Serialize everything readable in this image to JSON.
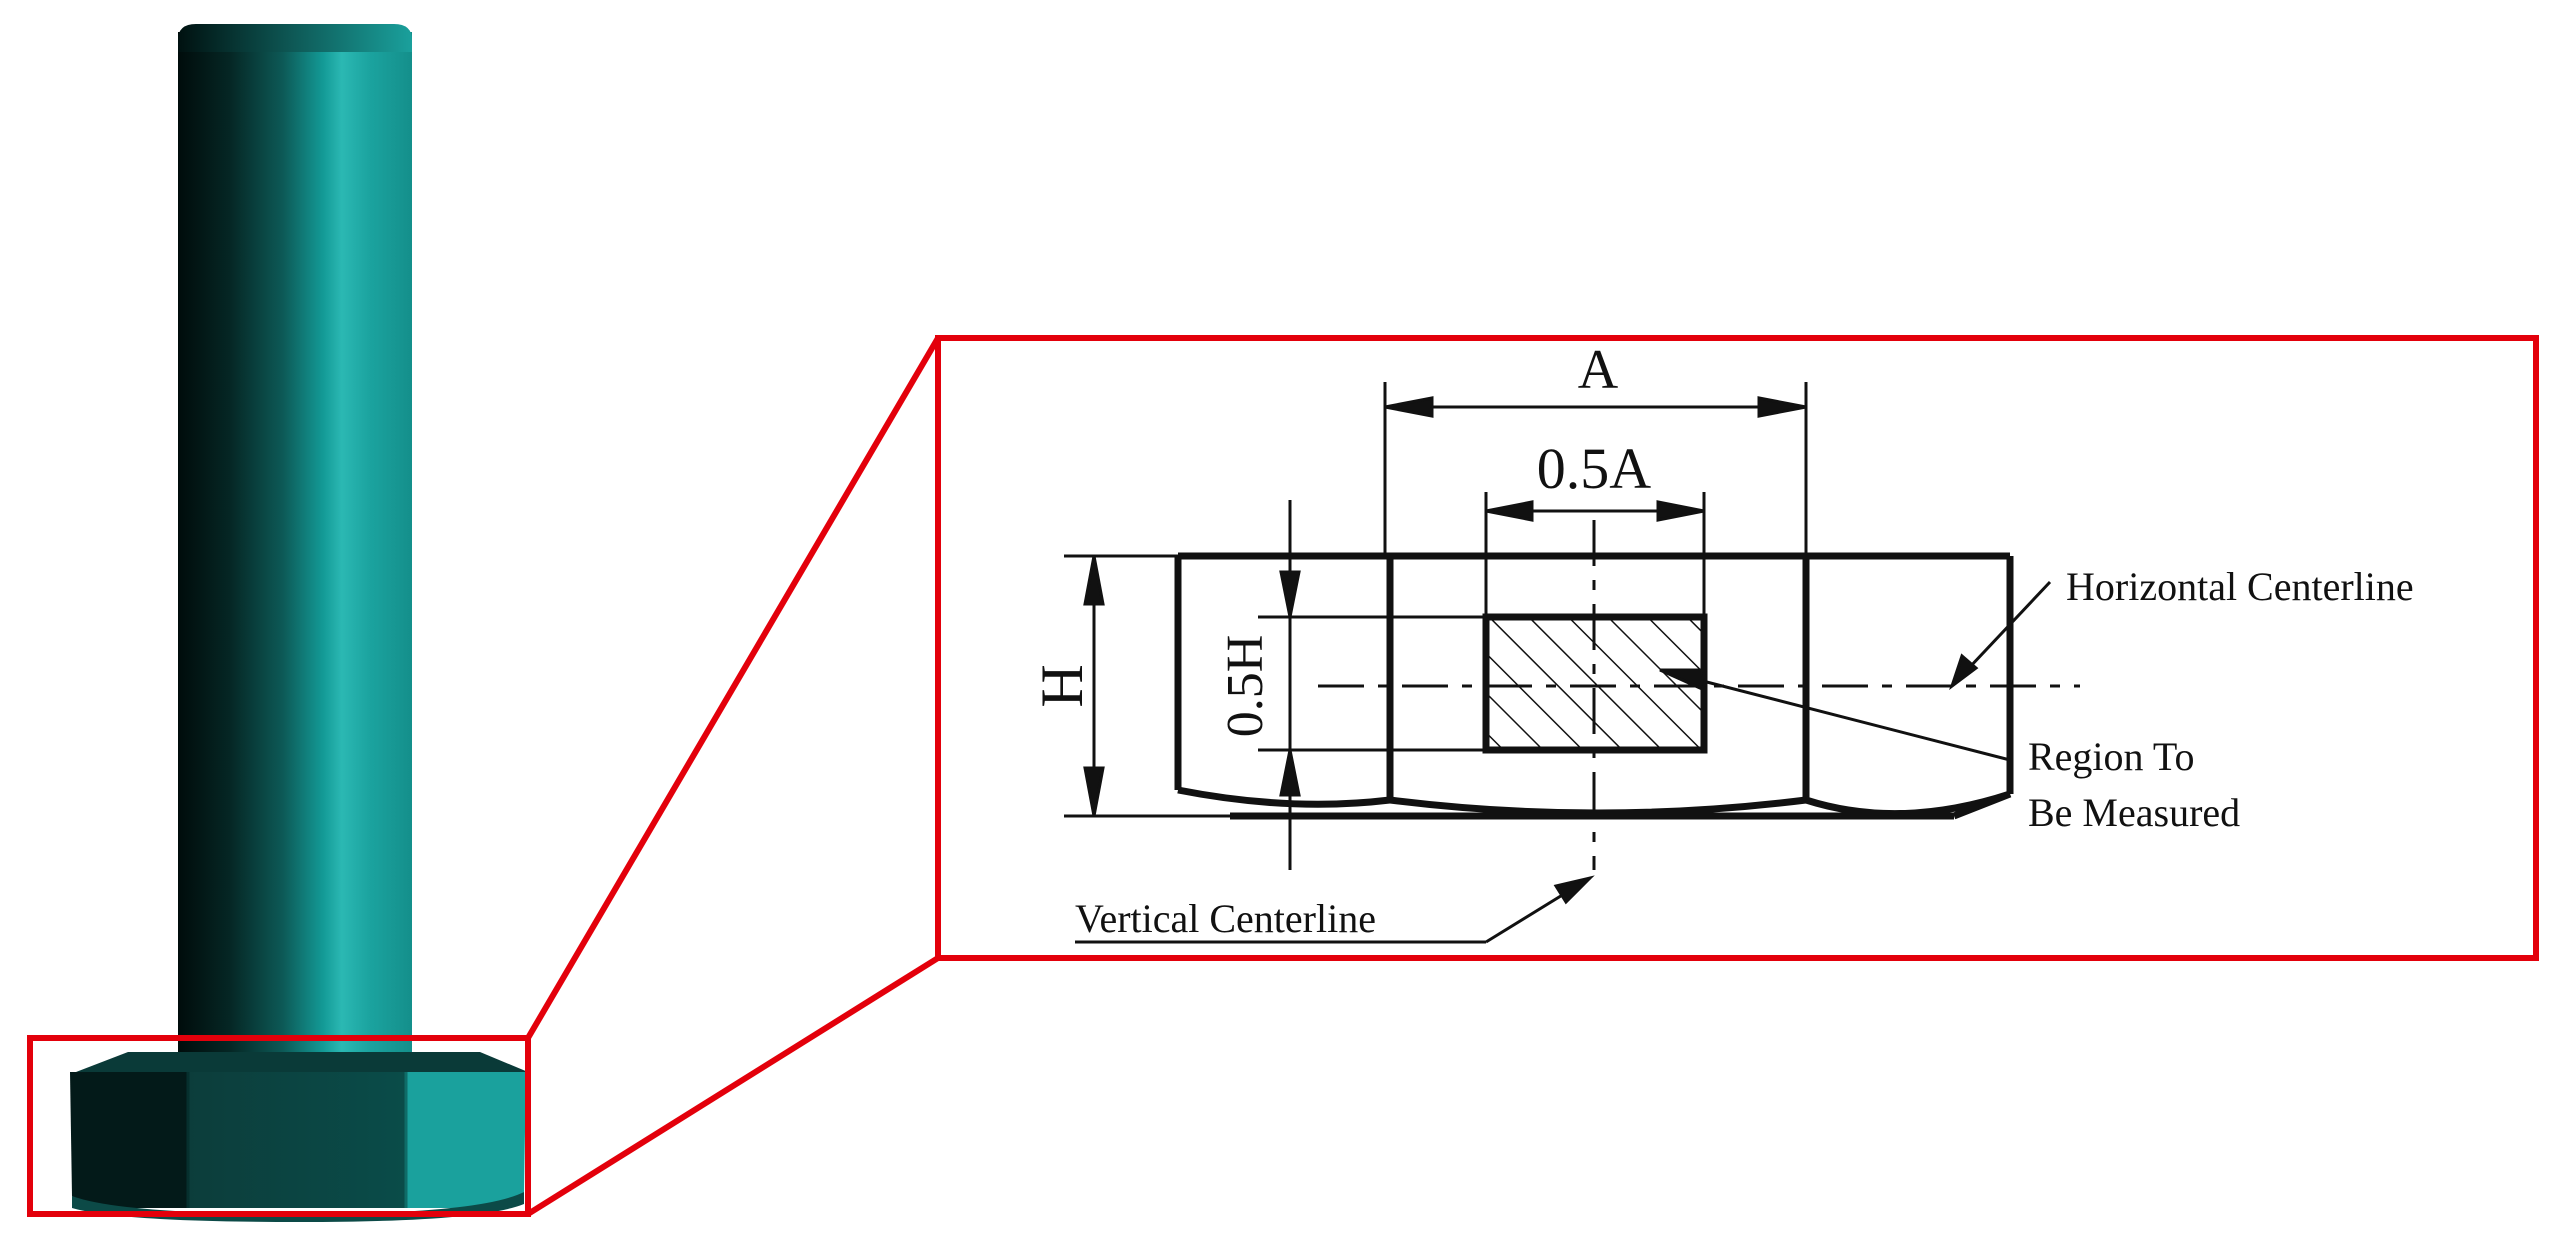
{
  "labels": {
    "dim_a": "A",
    "dim_half_a": "0.5A",
    "dim_h": "H",
    "dim_half_h": "0.5H",
    "horizontal_centerline": "Horizontal Centerline",
    "region_line1": "Region To",
    "region_line2": "Be Measured",
    "vertical_centerline": "Vertical Centerline"
  },
  "colors": {
    "callout_red": "#e3000b",
    "bolt_teal": "#1a9a98",
    "bolt_dark": "#06211f",
    "line_black": "#111111"
  }
}
